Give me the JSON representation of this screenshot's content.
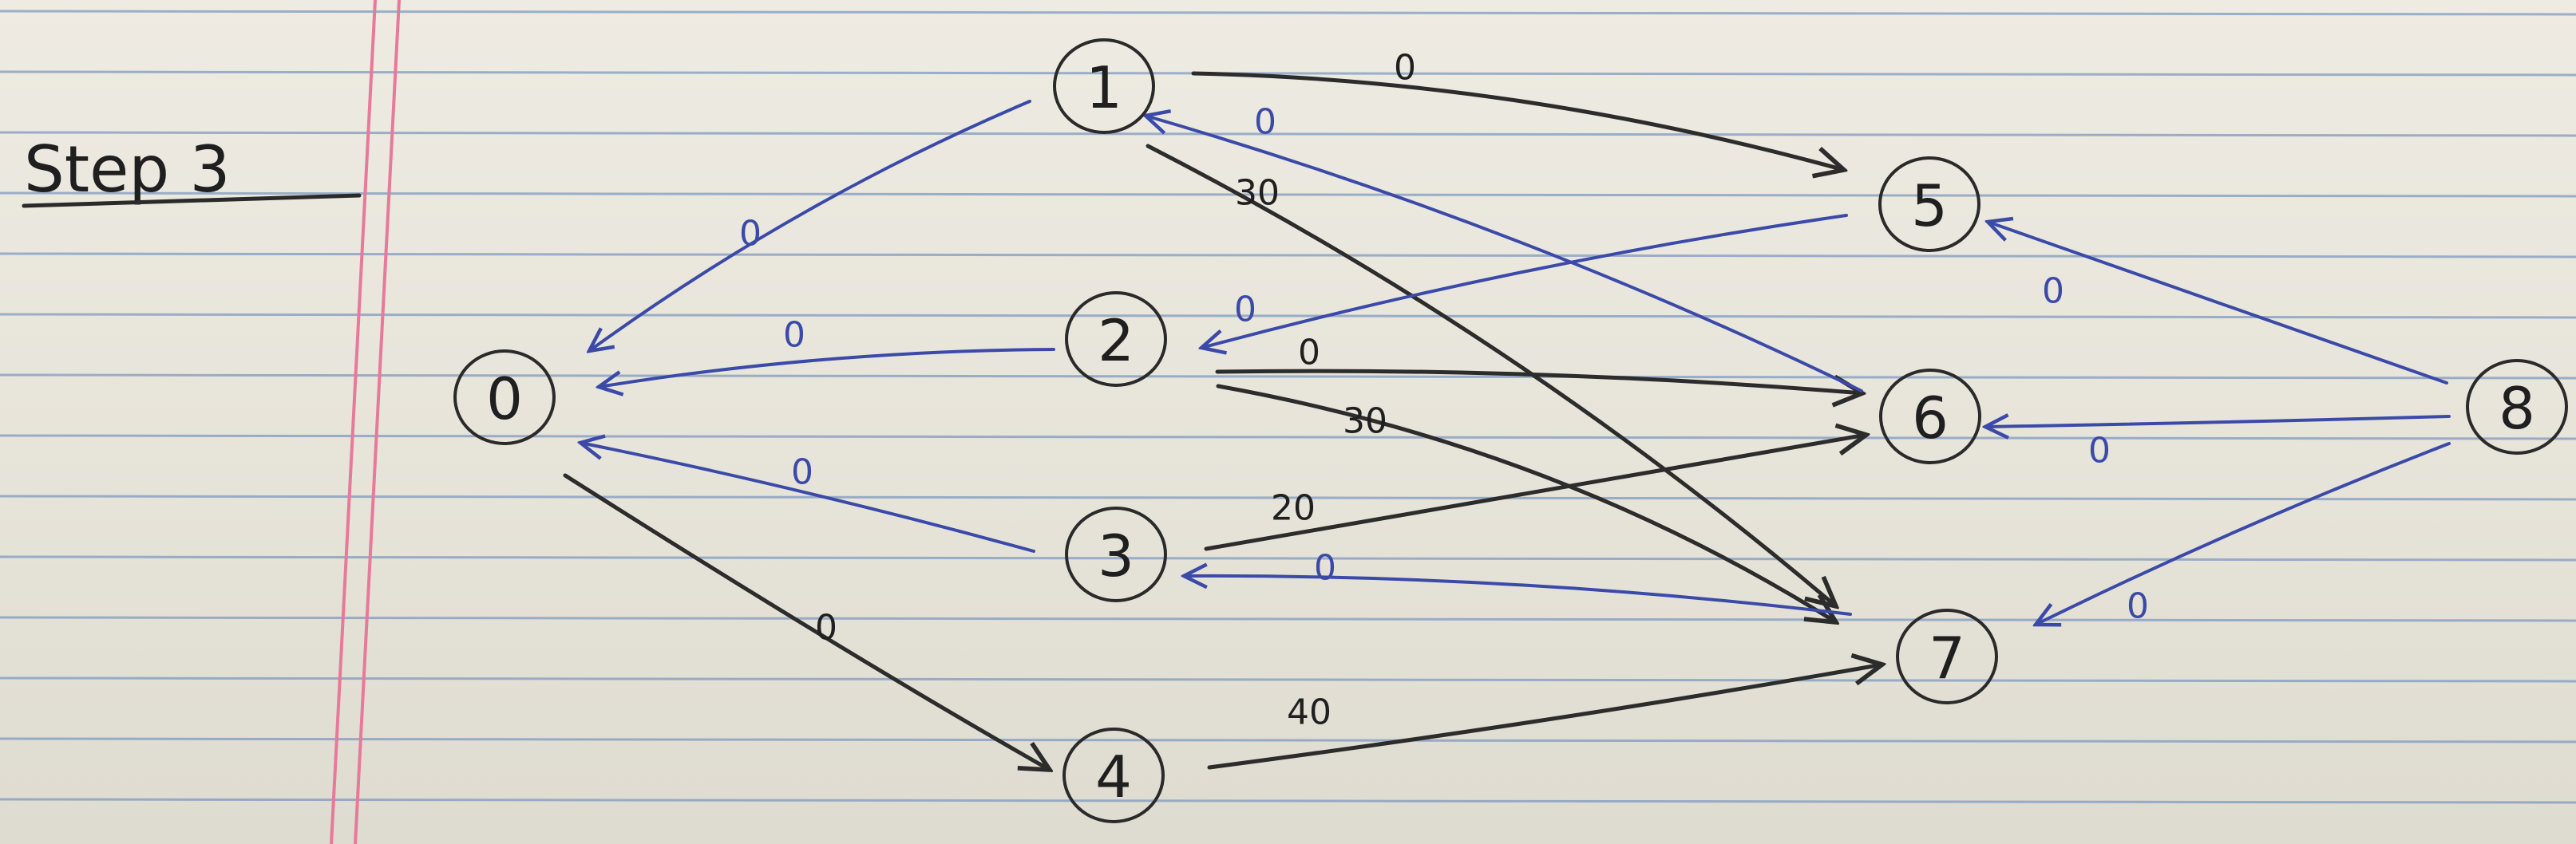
{
  "title": "Step 3",
  "colors": {
    "paper": "#ece9df",
    "rule_line": "#7f9ac0",
    "margin_line": "#e7799b",
    "ink_black": "#2c2c2c",
    "ink_blue": "#3b4aa8"
  },
  "nodes": [
    {
      "id": "0",
      "label": "0"
    },
    {
      "id": "1",
      "label": "1"
    },
    {
      "id": "2",
      "label": "2"
    },
    {
      "id": "3",
      "label": "3"
    },
    {
      "id": "4",
      "label": "4"
    },
    {
      "id": "5",
      "label": "5"
    },
    {
      "id": "6",
      "label": "6"
    },
    {
      "id": "7",
      "label": "7"
    },
    {
      "id": "8",
      "label": "8"
    }
  ],
  "edges": [
    {
      "from": "1",
      "to": "5",
      "weight": "0",
      "color": "black"
    },
    {
      "from": "1",
      "to": "7",
      "weight": "30",
      "color": "black"
    },
    {
      "from": "2",
      "to": "6",
      "weight": "0",
      "color": "black"
    },
    {
      "from": "2",
      "to": "7",
      "weight": "30",
      "color": "black"
    },
    {
      "from": "3",
      "to": "6",
      "weight": "20",
      "color": "black"
    },
    {
      "from": "0",
      "to": "4",
      "weight": "0",
      "color": "black"
    },
    {
      "from": "4",
      "to": "7",
      "weight": "40",
      "color": "black"
    },
    {
      "from": "1",
      "to": "0",
      "weight": "0",
      "color": "blue"
    },
    {
      "from": "2",
      "to": "0",
      "weight": "0",
      "color": "blue"
    },
    {
      "from": "3",
      "to": "0",
      "weight": "0",
      "color": "blue"
    },
    {
      "from": "6",
      "to": "1",
      "weight": "0",
      "color": "blue"
    },
    {
      "from": "5",
      "to": "2",
      "weight": "0",
      "color": "blue"
    },
    {
      "from": "7",
      "to": "3",
      "weight": "0",
      "color": "blue"
    },
    {
      "from": "8",
      "to": "5",
      "weight": "0",
      "color": "blue"
    },
    {
      "from": "8",
      "to": "6",
      "weight": "0",
      "color": "blue"
    },
    {
      "from": "8",
      "to": "7",
      "weight": "0",
      "color": "blue"
    }
  ]
}
